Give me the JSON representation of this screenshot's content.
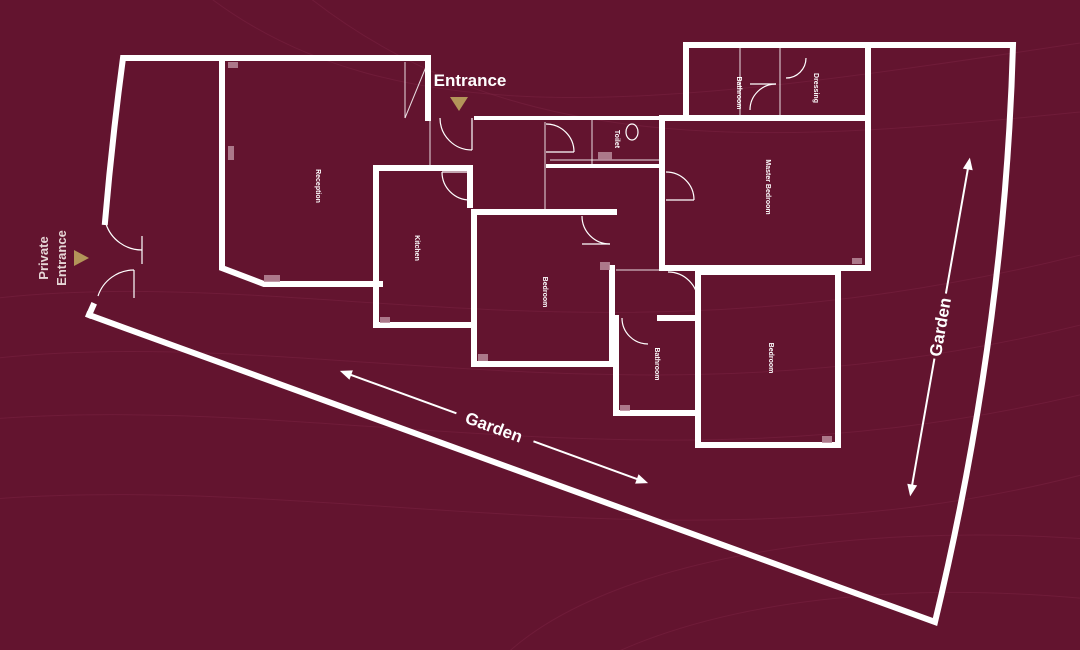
{
  "colors": {
    "background": "#63142f",
    "walls": "#ffffff",
    "accent_gold": "#b39559",
    "muted_label": "#e6d6d6"
  },
  "labels": {
    "entrance": "Entrance",
    "private_entrance_line1": "Private",
    "private_entrance_line2": "Entrance",
    "garden_bottom": "Garden",
    "garden_right": "Garden"
  },
  "rooms": {
    "reception": "Reception",
    "kitchen": "Kitchen",
    "bedroom_center": "Bedroom",
    "bathroom_center": "Bathroom",
    "bedroom_right": "Bedroom",
    "master_bedroom": "Master Bedroom",
    "toilet": "Toilet",
    "bathroom_top": "Bathroom",
    "dressing": "Dressing"
  },
  "icons": {
    "entrance_marker": "triangle-down-icon",
    "private_entrance_marker": "triangle-right-icon",
    "garden_arrows": "double-arrow-icon"
  }
}
